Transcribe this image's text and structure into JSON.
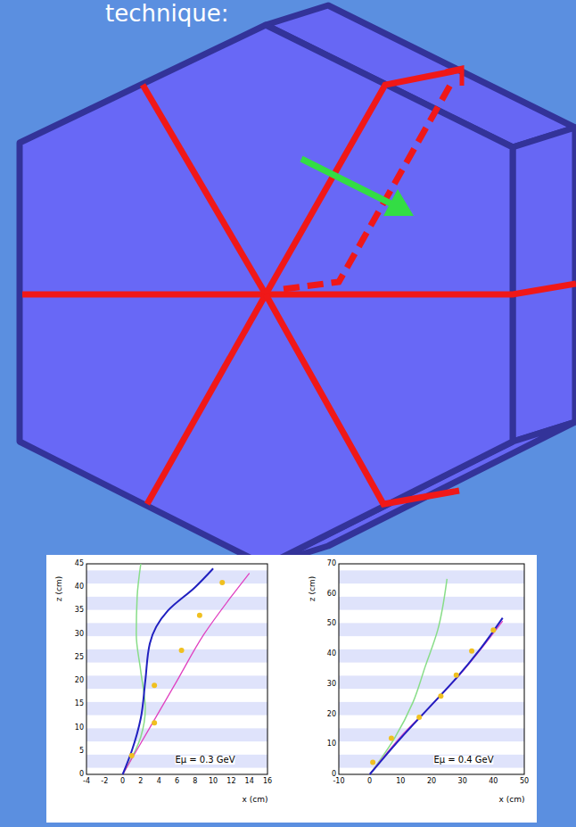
{
  "diagram": {
    "labels": [
      "technique:",
      "0",
      "5",
      "10",
      "15",
      "20",
      "25",
      "30",
      "35",
      "40",
      "45",
      "z (cm)",
      "-4",
      "-2",
      "0",
      "2",
      "4",
      "6",
      "8",
      "10",
      "12",
      "14",
      "16",
      "x (cm)",
      "Eμ = 0.3 GeV",
      "0",
      "10",
      "20",
      "30",
      "40",
      "50",
      "60",
      "70",
      "z (cm)",
      "-10",
      "0",
      "10",
      "20",
      "30",
      "40",
      "50",
      "x (cm)",
      "Eμ = 0.4 GeV"
    ]
  }
}
